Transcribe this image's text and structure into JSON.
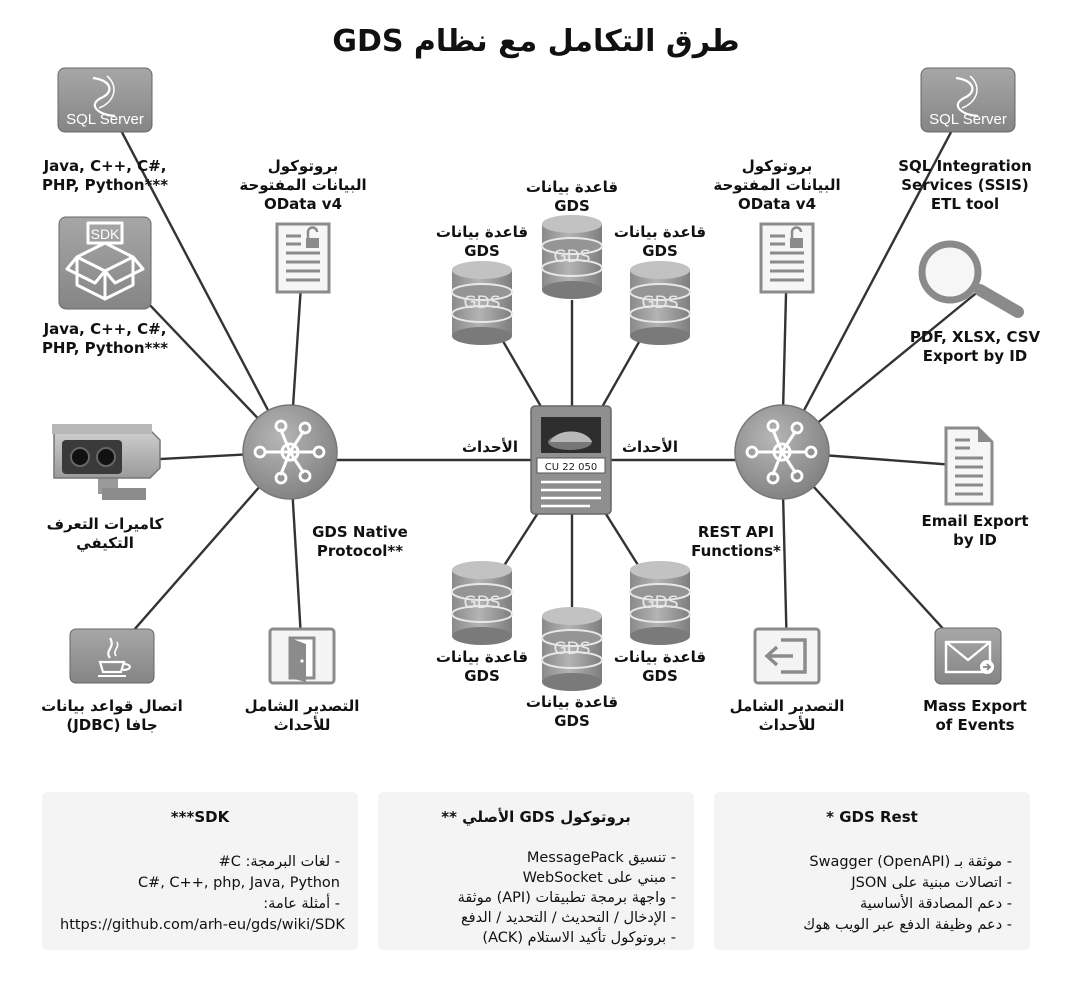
{
  "title": "طرق التكامل مع نظام GDS",
  "icons": {
    "sql_text": "SQL Server",
    "sdk_text": "SDK",
    "gds_text": "GDS",
    "plate_text": "CU 22 050"
  },
  "labels": {
    "lang_top": [
      "Java, C++, C#,",
      "PHP, Python***"
    ],
    "lang_mid": [
      "Java, C++, C#,",
      "PHP, Python***"
    ],
    "odata_left": [
      "بروتوكول",
      "البيانات المفتوحة",
      "OData v4"
    ],
    "odata_right": [
      "بروتوكول",
      "البيانات المفتوحة",
      "OData v4"
    ],
    "ssis": [
      "SQL Integration",
      "Services (SSIS)",
      "ETL tool"
    ],
    "export_pdf": [
      "PDF, XLSX, CSV",
      "Export by ID"
    ],
    "email_export": [
      "Email Export",
      "by ID"
    ],
    "mass_export": [
      "Mass Export",
      "of Events"
    ],
    "cameras": [
      "كاميرات التعرف",
      "التكيفي"
    ],
    "jdbc": [
      "اتصال قواعد بيانات",
      "جافا (JDBC)"
    ],
    "bulk_left": [
      "التصدير الشامل",
      "للأحداث"
    ],
    "bulk_right": [
      "التصدير الشامل",
      "للأحداث"
    ],
    "native_protocol": [
      "GDS Native",
      "Protocol**"
    ],
    "rest_api": [
      "REST API",
      "Functions*"
    ],
    "events_left": "الأحداث",
    "events_right": "الأحداث",
    "db_top_center": [
      "قاعدة بيانات",
      "GDS"
    ],
    "db_top_left": [
      "قاعدة بيانات",
      "GDS"
    ],
    "db_top_right": [
      "قاعدة بيانات",
      "GDS"
    ],
    "db_bot_left": [
      "قاعدة بيانات",
      "GDS"
    ],
    "db_bot_right": [
      "قاعدة بيانات",
      "GDS"
    ],
    "db_bot_center": [
      "قاعدة بيانات",
      "GDS"
    ]
  },
  "boxes": {
    "sdk": {
      "title": "***SDK",
      "lines": [
        "- لغات البرمجة: C#",
        "C#, C++, php, Java, Python",
        "- أمثلة عامة:",
        "https://github.com/arh-eu/gds/wiki/SDK"
      ]
    },
    "native": {
      "title": "بروتوكول GDS الأصلي **",
      "lines": [
        "- تنسيق MessagePack",
        "- مبني على WebSocket",
        "- واجهة برمجة تطبيقات (API) موثقة",
        "- الإدخال / التحديث / التحديد / الدفع",
        "- بروتوكول تأكيد الاستلام (ACK)"
      ]
    },
    "rest": {
      "title": "* GDS Rest",
      "lines": [
        "- موثقة بـ Swagger (OpenAPI)",
        "- اتصالات مبنية على JSON",
        "- دعم المصادقة الأساسية",
        "- دعم وظيفة الدفع عبر الويب هوك"
      ]
    }
  }
}
